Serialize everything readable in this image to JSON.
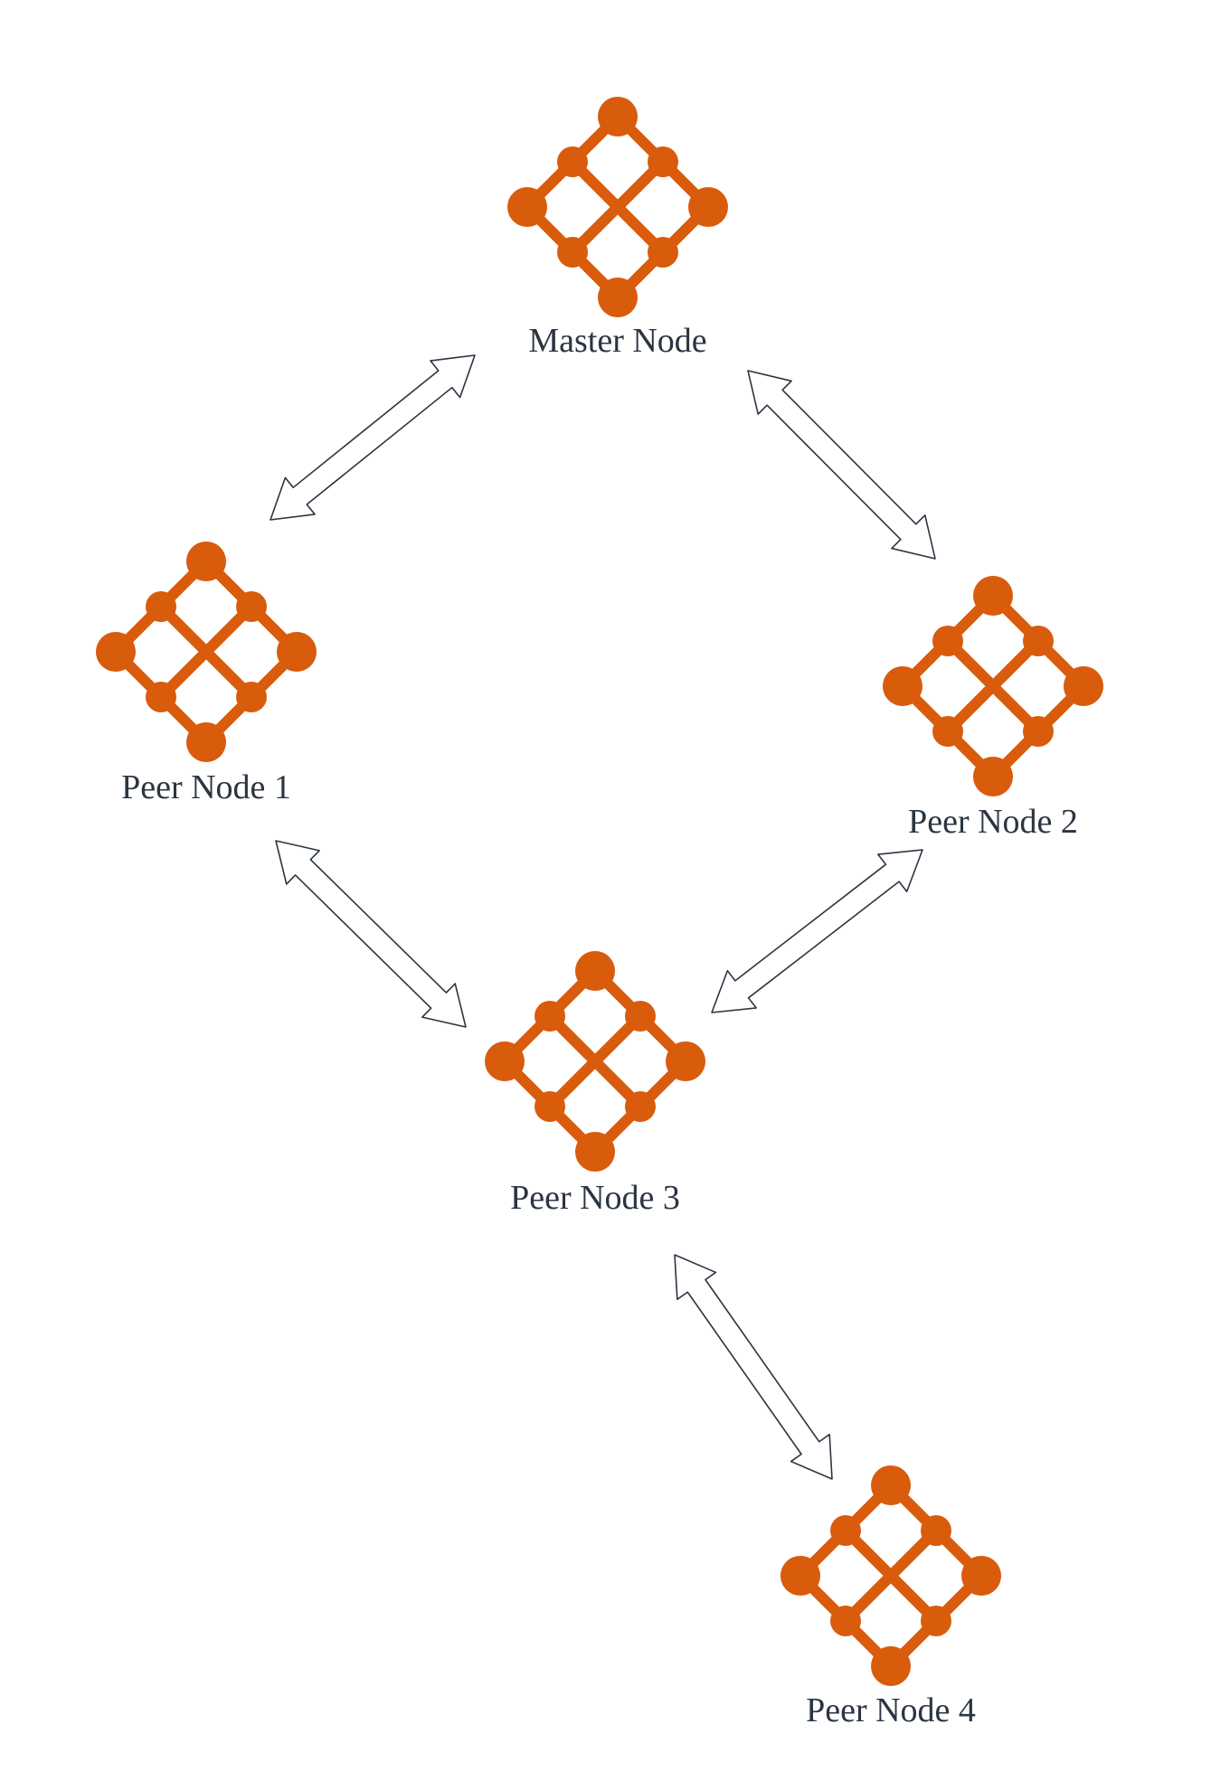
{
  "diagram": {
    "colors": {
      "node_icon": "#d95b0c",
      "arrow_stroke": "#2b3542",
      "label_text": "#2b3542"
    },
    "nodes": [
      {
        "id": "master",
        "label": "Master Node",
        "icon": "network-node-icon"
      },
      {
        "id": "peer1",
        "label": "Peer Node 1",
        "icon": "network-node-icon"
      },
      {
        "id": "peer2",
        "label": "Peer Node 2",
        "icon": "network-node-icon"
      },
      {
        "id": "peer3",
        "label": "Peer Node 3",
        "icon": "network-node-icon"
      },
      {
        "id": "peer4",
        "label": "Peer Node 4",
        "icon": "network-node-icon"
      }
    ],
    "connections": [
      {
        "from": "master",
        "to": "peer1",
        "type": "bidirectional"
      },
      {
        "from": "master",
        "to": "peer2",
        "type": "bidirectional"
      },
      {
        "from": "peer1",
        "to": "peer3",
        "type": "bidirectional"
      },
      {
        "from": "peer2",
        "to": "peer3",
        "type": "bidirectional"
      },
      {
        "from": "peer3",
        "to": "peer4",
        "type": "bidirectional"
      }
    ]
  }
}
